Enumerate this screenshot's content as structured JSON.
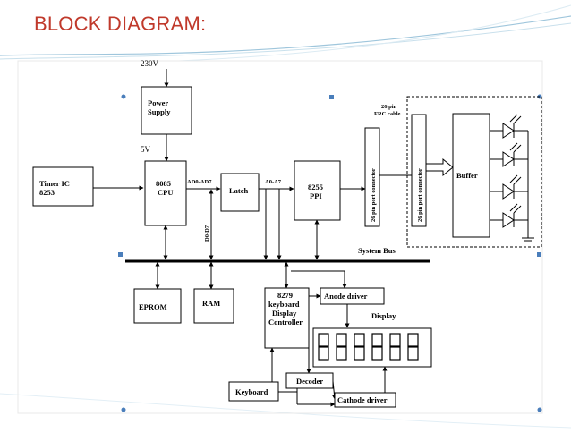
{
  "slide": {
    "title": "BLOCK DIAGRAM:",
    "colors": {
      "title": "#c0392b",
      "accent_line": "#9fc6dc",
      "handle": "#4a7ebb"
    }
  },
  "diagram": {
    "labels": {
      "ac_input": "230V",
      "dc_output": "5V",
      "power_supply": [
        "Power",
        "Supply"
      ],
      "timer": [
        "Timer IC",
        "8253"
      ],
      "cpu": [
        "8085",
        "CPU"
      ],
      "ad_bus": "AD0-AD7",
      "latch": "Latch",
      "a_bus": "A0-A7",
      "ppi": [
        "8255",
        "PPI"
      ],
      "d_bus": "D0-D7",
      "frc_cable": [
        "26 pin",
        "FRC cable"
      ],
      "port_connector_1": "26 pin port connector",
      "port_connector_2": "26 pin port connector",
      "buffer": "Buffer",
      "system_bus": "System Bus",
      "eprom": "EPROM",
      "ram": "RAM",
      "kbd_controller": [
        "8279",
        "keyboard",
        "Display",
        "Controller"
      ],
      "anode_driver": "Anode driver",
      "display": "Display",
      "decoder": "Decoder",
      "keyboard": "Keyboard",
      "cathode_driver": "Cathode driver"
    }
  }
}
